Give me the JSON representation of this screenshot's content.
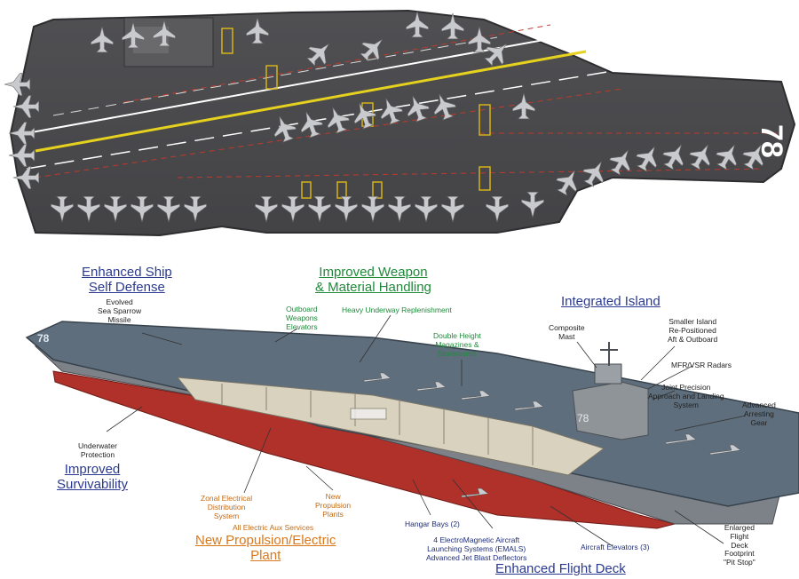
{
  "hull_number": "78",
  "categories": {
    "self_defense": "Enhanced Ship\nSelf Defense",
    "weapon_handling": "Improved Weapon\n& Material Handling",
    "integrated_island": "Integrated Island",
    "survivability": "Improved\nSurvivability",
    "propulsion": "New Propulsion/Electric\nPlant",
    "flight_deck": "Enhanced Flight Deck"
  },
  "callouts": {
    "sea_sparrow": "Evolved\nSea Sparrow\nMissile",
    "outboard_elevators": "Outboard\nWeapons\nElevators",
    "underway_replenishment": "Heavy Underway Replenishment",
    "magazines": "Double Height\nMagazines &\nStorerooms",
    "composite_mast": "Composite\nMast",
    "smaller_island": "Smaller Island\nRe-Positioned\nAft & Outboard",
    "radars": "MFR/VSR Radars",
    "jpals": "Joint Precision\nApproach and Landing\nSystem",
    "arresting_gear": "Advanced\nArresting\nGear",
    "underwater_protection": "Underwater\nProtection",
    "zonal_electrical": "Zonal Electrical\nDistribution\nSystem",
    "propulsion_plants": "New\nPropulsion\nPlants",
    "aux_services": "All Electric Aux Services",
    "hangar_bays": "Hangar Bays (2)",
    "emals": "4 ElectroMagnetic Aircraft\nLaunching Systems (EMALS)\nAdvanced Jet Blast Deflectors",
    "aircraft_elevators": "Aircraft Elevators (3)",
    "pit_stop": "Enlarged\nFlight\nDeck\nFootprint\n\"Pit Stop\""
  },
  "colors": {
    "deck": "#4a4a4c",
    "deck_edge": "#3a3a3c",
    "yellow_line": "#e6d21e",
    "red_line": "#c0392b",
    "hull_red": "#b0302a",
    "category_blue": "#2b3a8f",
    "category_green": "#1f8a3a",
    "category_orange": "#d9781c"
  }
}
